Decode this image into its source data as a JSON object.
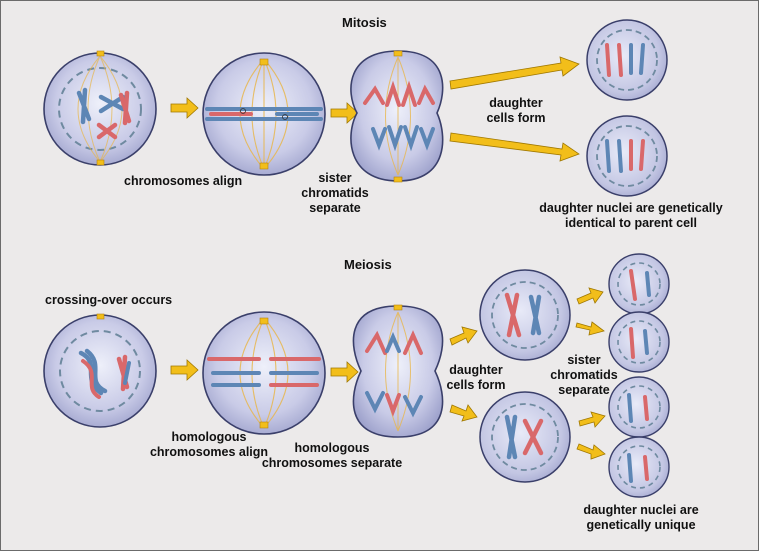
{
  "mitosis": {
    "title": "Mitosis",
    "align_label": "chromosomes align",
    "separate_label": [
      "sister",
      "chromatids",
      "separate"
    ],
    "daughter_label": [
      "daughter",
      "cells form"
    ],
    "result_label": [
      "daughter nuclei are genetically",
      "identical to parent cell"
    ]
  },
  "meiosis": {
    "title": "Meiosis",
    "crossing_label": "crossing-over occurs",
    "align_label": [
      "homologous",
      "chromosomes align"
    ],
    "separate_label": [
      "homologous",
      "chromosomes separate"
    ],
    "daughter_label": [
      "daughter",
      "cells form"
    ],
    "sister_label": [
      "sister",
      "chromatids",
      "separate"
    ],
    "result_label": [
      "daughter nuclei are",
      "genetically unique"
    ]
  },
  "colors": {
    "background": "#eceaea",
    "cell_fill": "#c7c9e6",
    "spindle": "#e8b64c",
    "arrow": "#f2be1a",
    "chromosome_blue": "#5d86b5",
    "chromosome_red": "#d9686a",
    "nucleus_outline": "#6f8aa0"
  }
}
